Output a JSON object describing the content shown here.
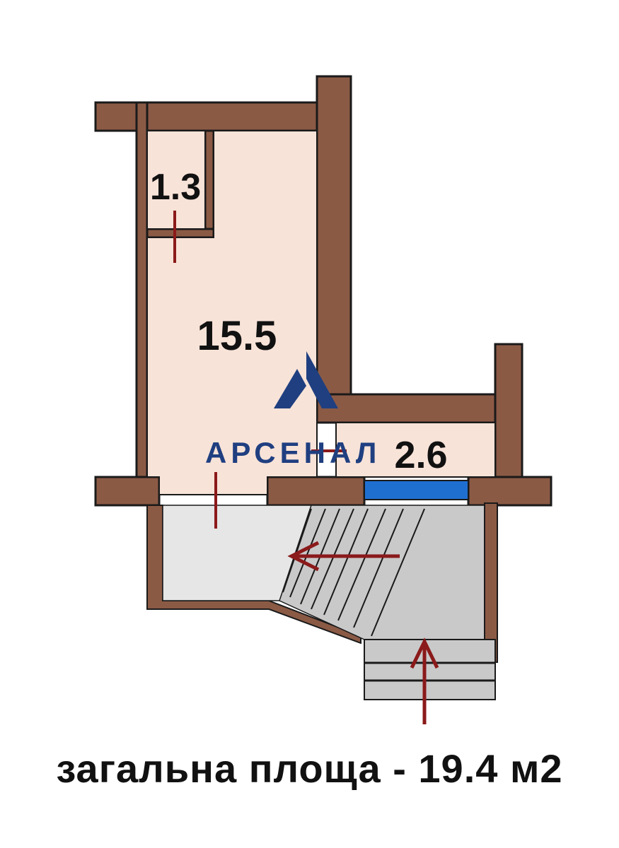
{
  "colors": {
    "wall": "#8b5a45",
    "wall_outline": "#1a1a1a",
    "room_fill": "#f8e3d8",
    "stair_fill": "#c9c9c9",
    "landing_fill": "#e6e6e6",
    "door_mark": "#8b1a1a",
    "window": "#1f6fd1",
    "logo": "#1f3f80"
  },
  "rooms": {
    "storage": "1.3",
    "main": "15.5",
    "small": "2.6"
  },
  "logo": {
    "text": "АРСЕНАЛ"
  },
  "icons": {
    "logo": "triangle-logo-icon",
    "arrows": "arrow-icon"
  },
  "caption": "загальна площа - 19.4 м2"
}
